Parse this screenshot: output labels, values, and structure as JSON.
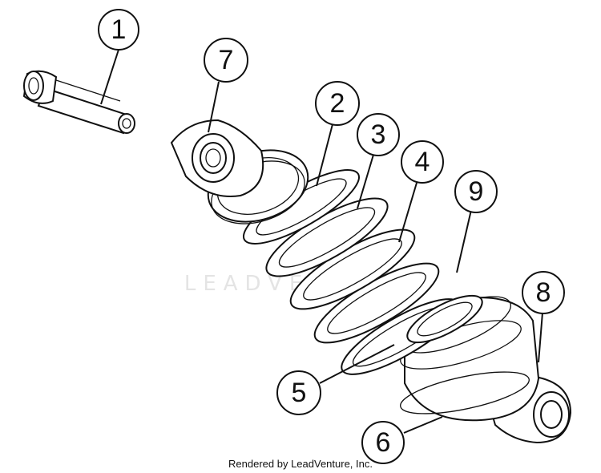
{
  "watermark": "LEADVENTURE",
  "credit": "Rendered by LeadVenture, Inc.",
  "callouts": [
    "1",
    "2",
    "3",
    "4",
    "5",
    "6",
    "7",
    "8",
    "9"
  ]
}
